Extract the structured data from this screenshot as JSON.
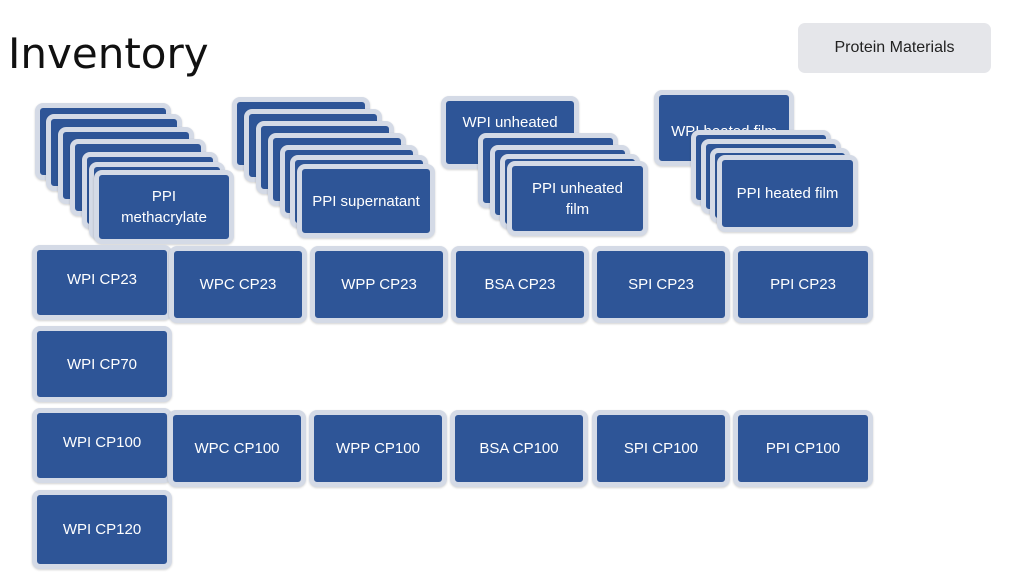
{
  "page": {
    "title": "Inventory",
    "category_badge": "Protein Materials"
  },
  "stacks": {
    "ppi_methacrylate": "PPI methacrylate",
    "ppi_supernatant": "PPI supernatant",
    "wpi_unheated": "WPI unheated",
    "ppi_unheated_film": "PPI unheated film",
    "wpi_heated_film": "WPI heated film",
    "ppi_heated_film": "PPI heated film"
  },
  "rows": {
    "cp23": [
      "WPI CP23",
      "WPC CP23",
      "WPP CP23",
      "BSA CP23",
      "SPI CP23",
      "PPI CP23"
    ],
    "cp70": [
      "WPI CP70"
    ],
    "cp100": [
      "WPI CP100",
      "WPC CP100",
      "WPP CP100",
      "BSA CP100",
      "SPI CP100",
      "PPI CP100"
    ],
    "cp120": [
      "WPI CP120"
    ]
  },
  "colors": {
    "card_fill": "#2e5597",
    "card_border": "#d4dae6",
    "badge_fill": "#e5e6ea"
  }
}
